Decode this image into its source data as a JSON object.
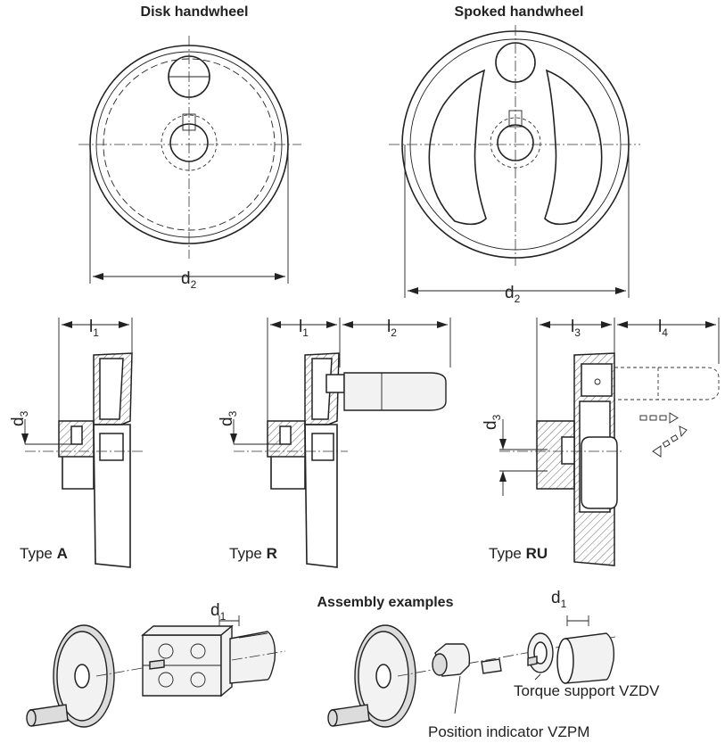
{
  "titles": {
    "disk": "Disk handwheel",
    "spoked": "Spoked handwheel",
    "assembly": "Assembly examples"
  },
  "types": {
    "a": {
      "prefix": "Type",
      "code": "A"
    },
    "r": {
      "prefix": "Type",
      "code": "R"
    },
    "ru": {
      "prefix": "Type",
      "code": "RU"
    }
  },
  "dimensions": {
    "d": "d",
    "l": "l",
    "sub1": "1",
    "sub2": "2",
    "sub3": "3",
    "sub4": "4"
  },
  "callouts": {
    "torque": "Torque support VZDV",
    "position": "Position indicator VZPM"
  }
}
